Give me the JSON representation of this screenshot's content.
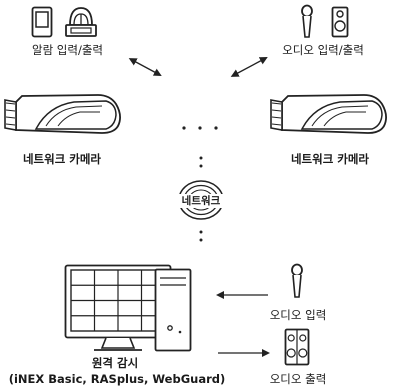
{
  "alarm_io": {
    "label": "알람 입력/출력",
    "icons": [
      "alarm-sensor-icon",
      "alarm-siren-icon"
    ]
  },
  "audio_io": {
    "label": "오디오 입력/출력",
    "icons": [
      "microphone-icon",
      "speaker-icon"
    ]
  },
  "cameras": {
    "left_label": "네트워크 카메라",
    "right_label": "네트워크 카메라"
  },
  "network": {
    "label": "네트워크"
  },
  "remote": {
    "title": "원격 감시",
    "software": "(iNEX Basic, RASplus, WebGuard)"
  },
  "audio_in": {
    "label": "오디오 입력"
  },
  "audio_out": {
    "label": "오디오 출력"
  }
}
